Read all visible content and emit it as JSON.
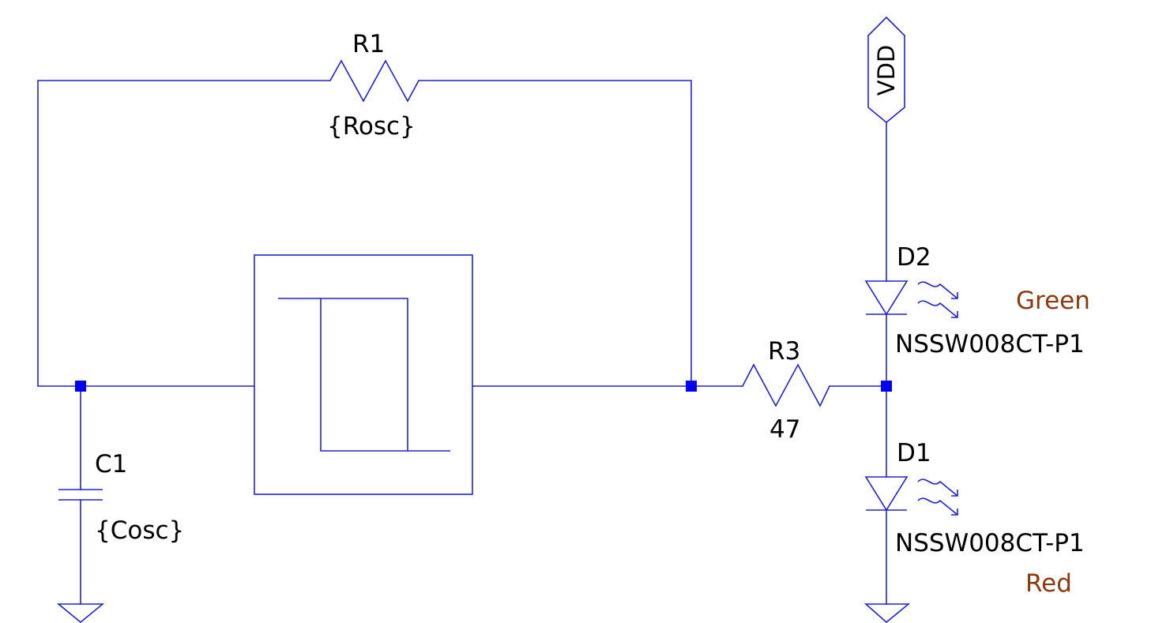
{
  "components": {
    "r1": {
      "ref": "R1",
      "value": "{Rosc}"
    },
    "r3": {
      "ref": "R3",
      "value": "47"
    },
    "c1": {
      "ref": "C1",
      "value": "{Cosc}"
    },
    "d1": {
      "ref": "D1",
      "value": "NSSW008CT-P1",
      "note": "Red"
    },
    "d2": {
      "ref": "D2",
      "value": "NSSW008CT-P1",
      "note": "Green"
    }
  },
  "nets": {
    "vdd": "VDD"
  },
  "colors": {
    "wire": "#2222cc",
    "junction": "#0000ee",
    "text": "#000000",
    "annotation": "#8b3a0f",
    "background": "#ffffff"
  }
}
